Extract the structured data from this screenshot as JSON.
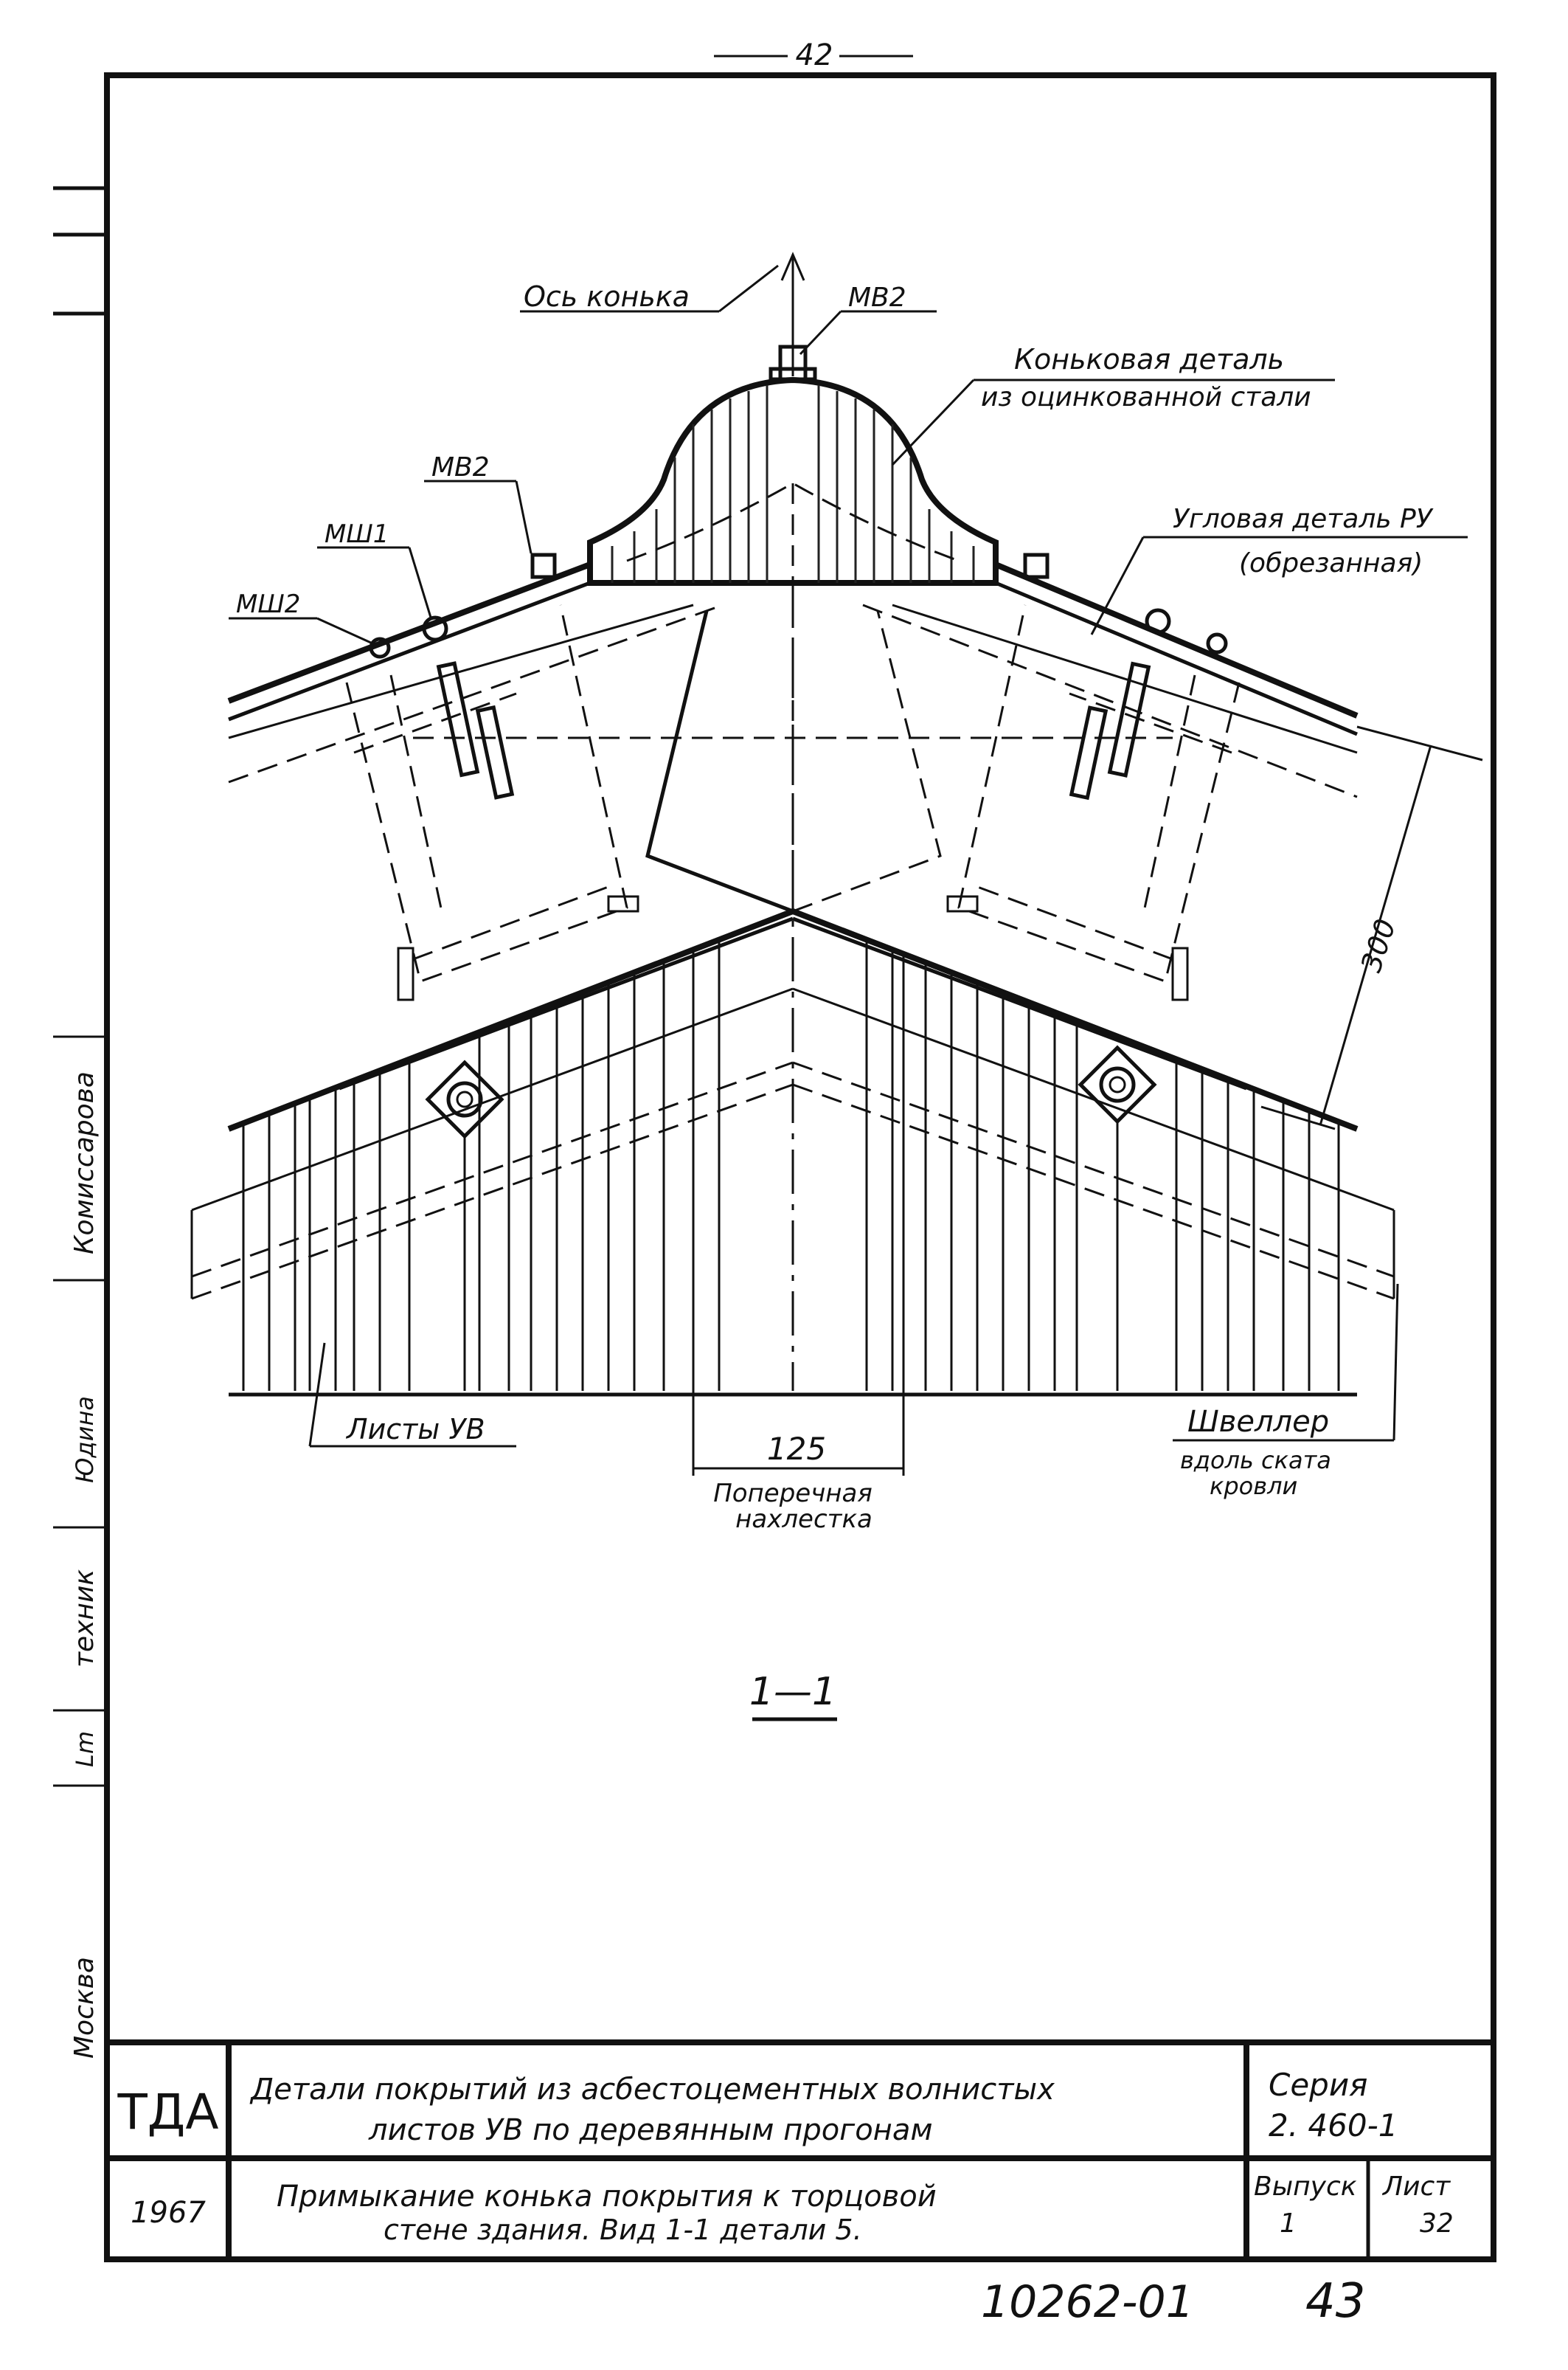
{
  "page": {
    "top_page_number": "42",
    "bottom_stamp_number": "10262-01",
    "bottom_page_number": "43"
  },
  "left_margin": {
    "city": "Москва",
    "technician_label": "техник",
    "position_code": "Lm",
    "signature_1": "Юдина",
    "signature_2": "Комиссарова"
  },
  "drawing": {
    "section_title": "1—1",
    "callouts": {
      "ridge_axis": "Ось конька",
      "bolt_top": "МВ2",
      "ridge_detail_line1": "Коньковая деталь",
      "ridge_detail_line2": "из оцинкованной стали",
      "bolt_left": "МВ2",
      "washer_1": "МШ1",
      "washer_2": "МШ2",
      "corner_detail_line1": "Угловая деталь РУ",
      "corner_detail_line2": "(обрезанная)",
      "sheets": "Листы УВ",
      "channel_line1": "Швеллер",
      "channel_line2": "вдоль ската",
      "channel_line3": "кровли",
      "overlap_line1": "Поперечная",
      "overlap_line2": "нахлестка"
    },
    "dimensions": {
      "overlap_width": "125",
      "slope_depth": "300"
    }
  },
  "title_block": {
    "org": "ТДА",
    "year": "1967",
    "title_line1": "Детали покрытий из асбестоцементных волнистых",
    "title_line2": "листов УВ по деревянным прогонам",
    "subtitle_line1": "Примыкание конька покрытия к торцовой",
    "subtitle_line2": "стене здания. Вид 1-1 детали 5.",
    "series_label": "Серия",
    "series_value": "2. 460-1",
    "issue_label": "Выпуск",
    "issue_value": "1",
    "sheet_label": "Лист",
    "sheet_value": "32"
  }
}
